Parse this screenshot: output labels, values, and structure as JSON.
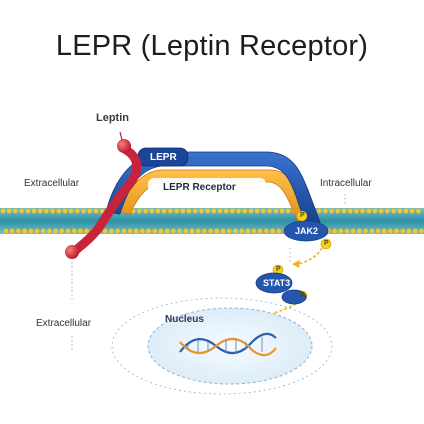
{
  "title": "LEPR (Leptin Receptor)",
  "labels": {
    "leptin": "Leptin",
    "extracellular_top": "Extracellular",
    "intracellular": "Intracellular",
    "extracellular_bottom": "Extracellular",
    "nucleus": "Nucleus",
    "lepr": "LEPR",
    "lepr_receptor": "LEPR Receptor",
    "jak2": "JAK2",
    "stat3": "STAT3",
    "phospho": "P"
  },
  "colors": {
    "receptor_blue": "#1f4fa8",
    "receptor_orange": "#f0a21a",
    "leptin_red": "#d2303a",
    "membrane_teal": "#3f9fb0",
    "membrane_head": "#e7c84a",
    "jak_stat_blue": "#2456b0",
    "phospho_yellow": "#f4d21f",
    "nucleus_fill": "#e9f3fb",
    "dna_blue": "#2f5fa8",
    "dna_orange": "#e8962a"
  },
  "icons": {
    "membrane": "lipid-bilayer-icon",
    "dna": "dna-helix-icon"
  }
}
